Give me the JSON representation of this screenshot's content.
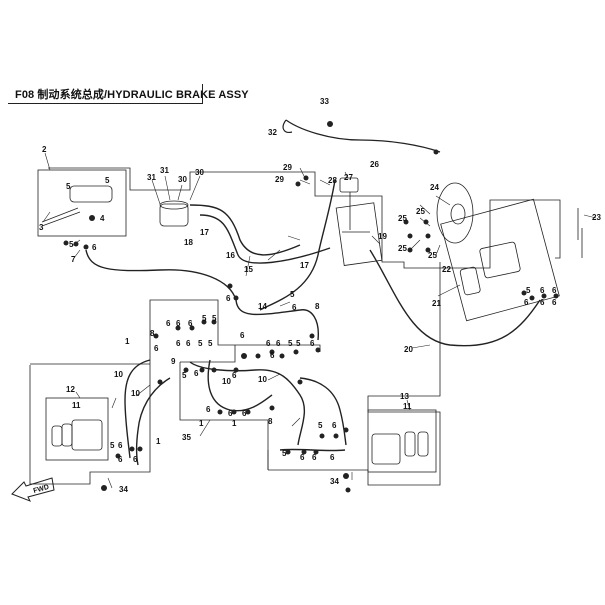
{
  "title": "F08 制动系统总成/HYDRAULIC BRAKE ASSY",
  "fwd_label": "FWD",
  "callouts": {
    "n1": "1",
    "n2": "2",
    "n3": "3",
    "n4": "4",
    "n5": "5",
    "n6": "6",
    "n7": "7",
    "n8": "8",
    "n9": "9",
    "n10": "10",
    "n11": "11",
    "n12": "12",
    "n13": "13",
    "n14": "14",
    "n15": "15",
    "n16": "16",
    "n17": "17",
    "n18": "18",
    "n19": "19",
    "n20": "20",
    "n21": "21",
    "n22": "22",
    "n23": "23",
    "n24": "24",
    "n25": "25",
    "n26": "26",
    "n27": "27",
    "n28": "28",
    "n29": "29",
    "n30": "30",
    "n31": "31",
    "n32": "32",
    "n33": "33",
    "n34": "34",
    "n35": "35"
  }
}
